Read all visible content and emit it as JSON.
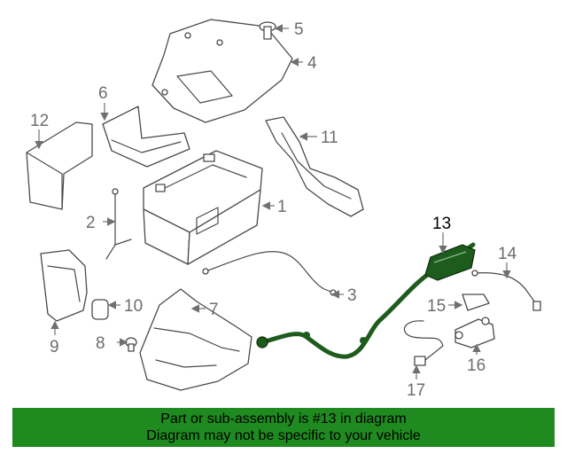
{
  "callouts": {
    "c1": "1",
    "c2": "2",
    "c3": "3",
    "c4": "4",
    "c5": "5",
    "c6": "6",
    "c7": "7",
    "c8": "8",
    "c9": "9",
    "c10": "10",
    "c11": "11",
    "c12": "12",
    "c13": "13",
    "c14": "14",
    "c15": "15",
    "c16": "16",
    "c17": "17"
  },
  "highlight_color": "#1e5c1e",
  "banner": {
    "color": "#1f8a1f",
    "line1": "Part or sub-assembly is #13 in diagram",
    "line2": "Diagram may not be specific to your vehicle"
  }
}
